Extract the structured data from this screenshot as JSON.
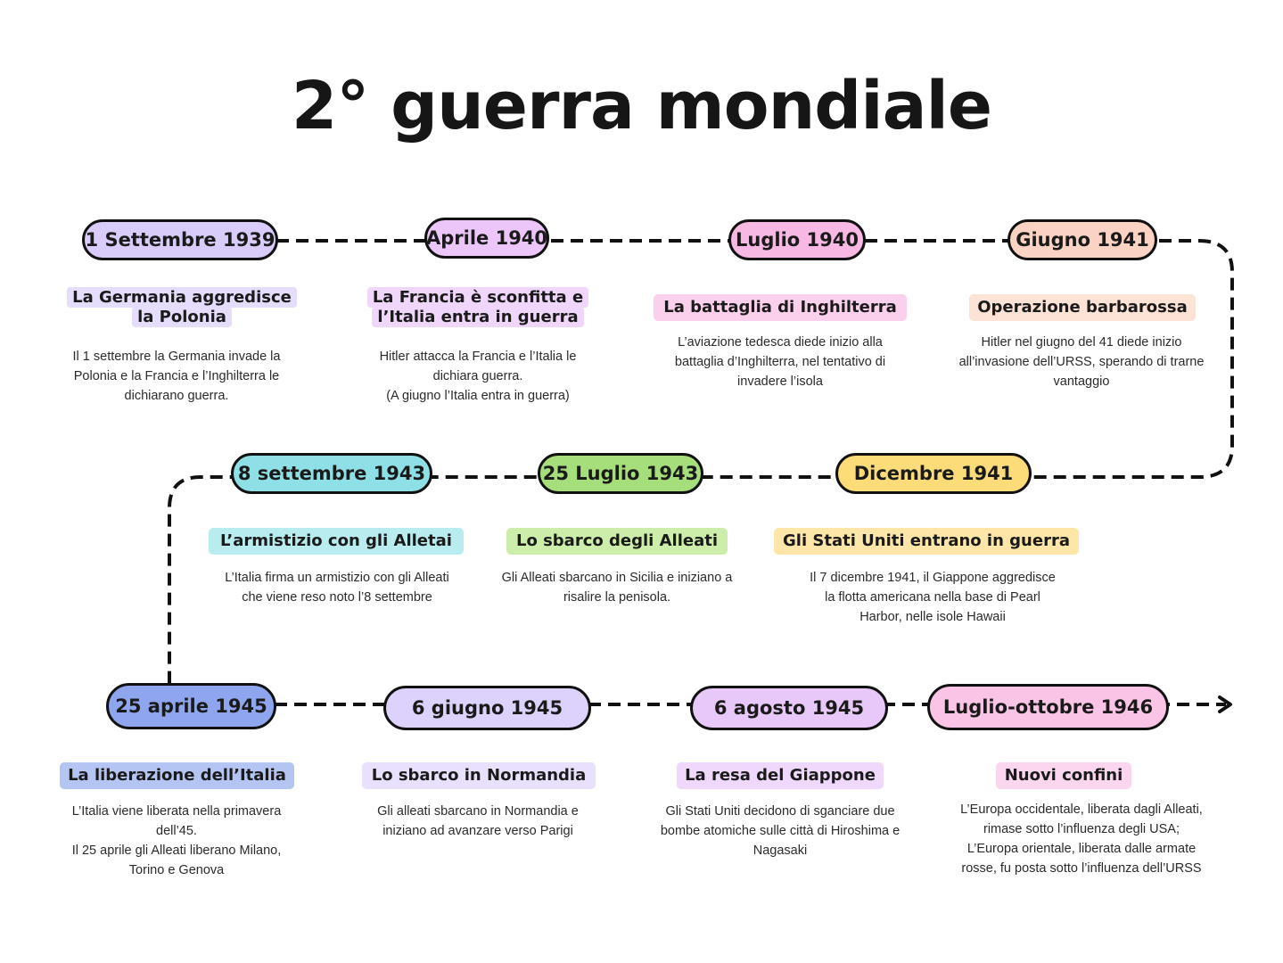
{
  "title": "2° guerra mondiale",
  "events": [
    {
      "date": "1 Settembre 1939",
      "heading": "La Germania aggredisce la Polonia",
      "desc": [
        "Il 1 settembre la Germania invade la",
        "Polonia e la Francia e l’Inghilterra le",
        "dichiarano guerra."
      ],
      "pill_color": "#d9ccfb",
      "heading_color": "#e6dcfb"
    },
    {
      "date": "Aprile 1940",
      "heading": "La Francia è sconfitta e l’Italia entra in guerra",
      "desc": [
        "Hitler attacca la Francia e l’Italia le",
        "dichiara guerra.",
        "(A giugno l’Italia entra in guerra)"
      ],
      "pill_color": "#ecc6f8",
      "heading_color": "#efd6fa"
    },
    {
      "date": "Luglio 1940",
      "heading": "La battaglia di Inghilterra",
      "desc": [
        "L’aviazione tedesca diede inizio alla",
        "battaglia d’Inghilterra, nel tentativo di",
        "invadere l’isola"
      ],
      "pill_color": "#f7b8e3",
      "heading_color": "#fbd0ec"
    },
    {
      "date": "Giugno 1941",
      "heading": "Operazione barbarossa",
      "desc": [
        "Hitler nel giugno del 41 diede inizio",
        "all’invasione dell’URSS, sperando di trarne",
        "vantaggio"
      ],
      "pill_color": "#fbd3c4",
      "heading_color": "#fde2d6"
    },
    {
      "date": "Dicembre 1941",
      "heading": "Gli Stati Uniti entrano in guerra",
      "desc": [
        "Il 7 dicembre 1941, il Giappone aggredisce",
        "la flotta americana nella base di Pearl",
        "Harbor, nelle isole Hawaii"
      ],
      "pill_color": "#fcdc78",
      "heading_color": "#fde6a8"
    },
    {
      "date": "25 Luglio 1943",
      "heading": "Lo sbarco degli Alleati",
      "desc": [
        "Gli Alleati sbarcano in Sicilia e iniziano a",
        "risalire la penisola."
      ],
      "pill_color": "#a5de7a",
      "heading_color": "#cdeeaa"
    },
    {
      "date": "8 settembre 1943",
      "heading": "L’armistizio con gli Alletai",
      "desc": [
        "L’Italia firma un armistizio con gli Alleati",
        "che viene reso noto l’8 settembre"
      ],
      "pill_color": "#8fe0e6",
      "heading_color": "#b8ecef"
    },
    {
      "date": "25 aprile 1945",
      "heading": "La liberazione dell’Italia",
      "desc": [
        "L’Italia viene liberata nella primavera",
        "dell’45.",
        "Il 25 aprile gli Alleati liberano Milano,",
        "Torino e Genova"
      ],
      "pill_color": "#8fa6ef",
      "heading_color": "#b4c4f3"
    },
    {
      "date": "6 giugno 1945",
      "heading": "Lo sbarco in Normandia",
      "desc": [
        "Gli alleati sbarcano in Normandia e",
        "iniziano ad avanzare verso Parigi"
      ],
      "pill_color": "#ddd2fb",
      "heading_color": "#e8e0fc"
    },
    {
      "date": "6 agosto 1945",
      "heading": "La resa del Giappone",
      "desc": [
        "Gli Stati Uniti decidono di sganciare due",
        "bombe atomiche sulle città di Hiroshima e",
        "Nagasaki"
      ],
      "pill_color": "#e8c8f9",
      "heading_color": "#efd8fb"
    },
    {
      "date": "Luglio-ottobre 1946",
      "heading": "Nuovi confini",
      "desc": [
        "L’Europa occidentale, liberata dagli Alleati,",
        "rimase sotto l’influenza degli USA;",
        "L’Europa orientale, liberata dalle armate",
        "rosse, fu posta sotto l’influenza dell’URSS"
      ],
      "pill_color": "#fac4e6",
      "heading_color": "#fbd6ee"
    }
  ]
}
